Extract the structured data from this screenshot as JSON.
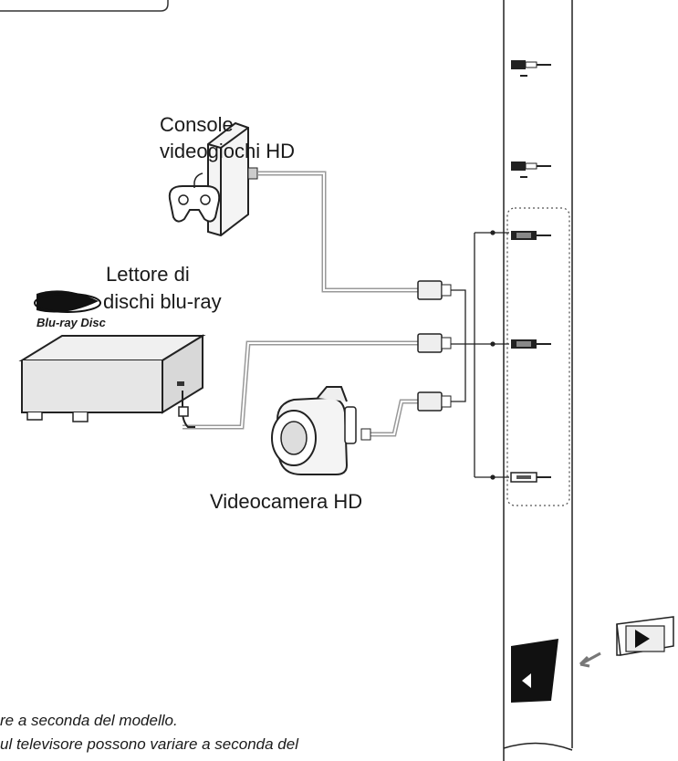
{
  "labels": {
    "console_line1": "Console",
    "console_line2": "videogiochi HD",
    "bluray_line1": "Lettore di",
    "bluray_line2": "dischi blu-ray",
    "bluray_logo": "Blu-ray Disc",
    "camcorder": "Videocamera HD"
  },
  "notes": {
    "note1": "re a seconda del modello.",
    "note2": "ul televisore possono variare a seconda del"
  },
  "icons": {
    "console": "game-console-icon",
    "controller": "gamepad-icon",
    "bluray_logo": "bluray-disc-logo",
    "bluray_player": "bluray-player-icon",
    "camcorder": "camcorder-icon",
    "ports": "hdmi-port-icon",
    "usb": "usb-port-icon",
    "ci_card": "ci-card-icon"
  }
}
